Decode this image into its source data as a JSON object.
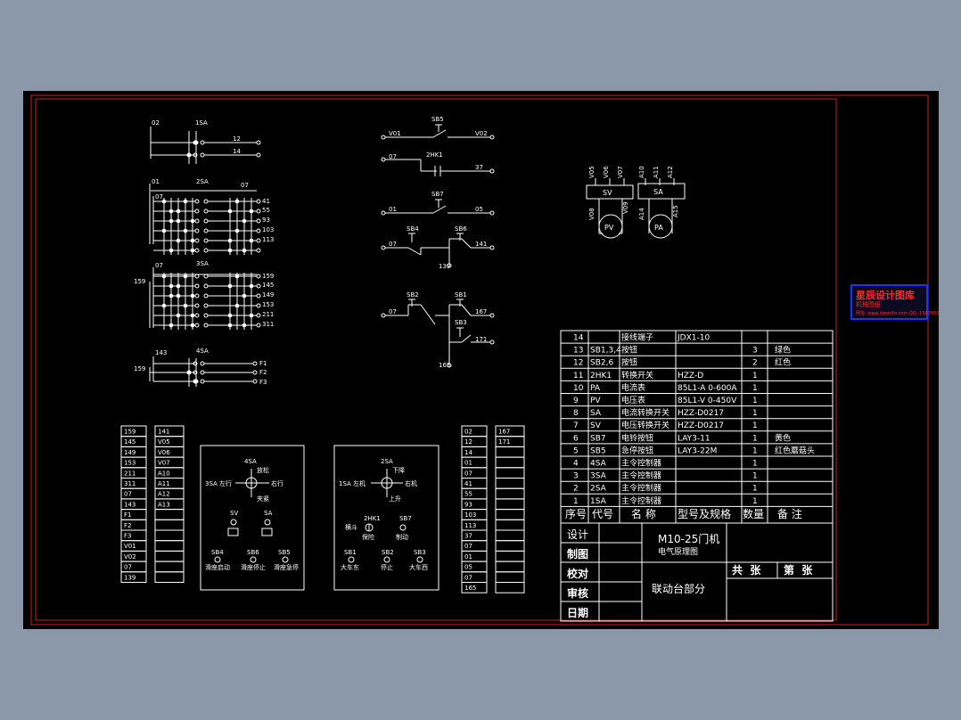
{
  "circuit": {
    "s1_nodes": [
      "02",
      "1SA",
      "12",
      "14"
    ],
    "s2_nodes": [
      "01",
      "2SA",
      "07",
      "07",
      "41",
      "55",
      "93",
      "103",
      "113"
    ],
    "s3_nodes": [
      "07",
      "3SA",
      "159",
      "159",
      "145",
      "149",
      "153",
      "211",
      "311"
    ],
    "s4_nodes": [
      "143",
      "4SA",
      "159",
      "F1",
      "F2",
      "F3"
    ],
    "c1": [
      "SB5",
      "V01",
      "V02"
    ],
    "c2": [
      "07",
      "2HK1",
      "37"
    ],
    "c3": [
      "SB7",
      "01",
      "05"
    ],
    "c4": [
      "SB4",
      "SB6",
      "07",
      "141",
      "139"
    ],
    "c5": [
      "SB2",
      "SB1",
      "07",
      "167",
      "SB3",
      "171",
      "165"
    ],
    "meters": {
      "sv_top": [
        "V05",
        "V06",
        "V07"
      ],
      "sv": "SV",
      "sv_bottom": [
        "V08",
        "V09"
      ],
      "pv": "PV",
      "sa_top": [
        "A10",
        "A11",
        "A12"
      ],
      "sa": "SA",
      "sa_bottom": [
        "A14",
        "A15"
      ],
      "pa": "PA"
    }
  },
  "terminal_strip_1": [
    "159",
    "145",
    "149",
    "153",
    "211",
    "311",
    "07",
    "143",
    "F1",
    "F2",
    "F3",
    "V01",
    "V02",
    "07",
    "139"
  ],
  "terminal_strip_2": [
    "141",
    "V05",
    "V06",
    "V07",
    "A10",
    "A11",
    "A12",
    "A13"
  ],
  "terminal_strip_3": [
    "02",
    "12",
    "14",
    "01",
    "07",
    "41",
    "55",
    "93",
    "103",
    "113",
    "37",
    "07",
    "01",
    "05",
    "07",
    "165"
  ],
  "terminal_strip_4": [
    "167",
    "171"
  ],
  "panel_left": {
    "switch": "4SA",
    "left": "3SA",
    "left_action": "左行",
    "right_action": "右行",
    "up_action": "放松",
    "down_action": "夹紧",
    "sv": "SV",
    "sa": "SA",
    "buttons": [
      "SB4",
      "SB6",
      "SB5"
    ],
    "button_labels": [
      "滑座启动",
      "滑座停止",
      "滑座急停"
    ]
  },
  "panel_right": {
    "switch": "2SA",
    "up_action": "下降",
    "left": "1SA",
    "left_action": "左机",
    "right_action": "右机",
    "down_action": "上升",
    "mid_left_label": "横斗",
    "mid_label": "2HK1",
    "mid_right_label": "SB7",
    "mid_sub1": "保险",
    "mid_sub2": "制动",
    "buttons": [
      "SB1",
      "SB2",
      "SB3"
    ],
    "button_labels": [
      "大车东",
      "停止",
      "大车西"
    ]
  },
  "bom": {
    "rows": [
      {
        "no": "14",
        "code": "",
        "name": "接线端子",
        "spec": "JDX1-10",
        "qty": "",
        "note": ""
      },
      {
        "no": "13",
        "code": "SB1,3,4",
        "name": "按钮",
        "spec": "",
        "qty": "3",
        "note": "绿色"
      },
      {
        "no": "12",
        "code": "SB2,6",
        "name": "按钮",
        "spec": "",
        "qty": "2",
        "note": "红色"
      },
      {
        "no": "11",
        "code": "2HK1",
        "name": "转换开关",
        "spec": "HZZ-D",
        "qty": "1",
        "note": ""
      },
      {
        "no": "10",
        "code": "PA",
        "name": "电流表",
        "spec": "85L1-A 0-600A",
        "qty": "1",
        "note": ""
      },
      {
        "no": "9",
        "code": "PV",
        "name": "电压表",
        "spec": "85L1-V 0-450V",
        "qty": "1",
        "note": ""
      },
      {
        "no": "8",
        "code": "SA",
        "name": "电流转换开关",
        "spec": "HZZ-D0217",
        "qty": "1",
        "note": ""
      },
      {
        "no": "7",
        "code": "SV",
        "name": "电压转换开关",
        "spec": "HZZ-D0217",
        "qty": "1",
        "note": ""
      },
      {
        "no": "6",
        "code": "SB7",
        "name": "电铃按钮",
        "spec": "LAY3-11",
        "qty": "1",
        "note": "黄色"
      },
      {
        "no": "5",
        "code": "SB5",
        "name": "急停按钮",
        "spec": "LAY3-22M",
        "qty": "1",
        "note": "红色蘑菇头"
      },
      {
        "no": "4",
        "code": "4SA",
        "name": "主令控制器",
        "spec": "",
        "qty": "1",
        "note": ""
      },
      {
        "no": "3",
        "code": "3SA",
        "name": "主令控制器",
        "spec": "",
        "qty": "1",
        "note": ""
      },
      {
        "no": "2",
        "code": "2SA",
        "name": "主令控制器",
        "spec": "",
        "qty": "1",
        "note": ""
      },
      {
        "no": "1",
        "code": "1SA",
        "name": "主令控制器",
        "spec": "",
        "qty": "1",
        "note": ""
      }
    ],
    "header": {
      "no": "序号",
      "code": "代号",
      "name": "名 称",
      "spec": "型号及规格",
      "qty": "数量",
      "note": "备 注"
    }
  },
  "title_block": {
    "labels": [
      "设计",
      "制图",
      "校对",
      "审核",
      "日期"
    ],
    "drawing_title": "M10-25门机",
    "drawing_subtitle": "电气原理图",
    "part_name": "联动台部分",
    "total_sheets": "共  张",
    "sheet_no": "第  张"
  },
  "watermark": {
    "line1": "星辰设计图库",
    "line2": "机械图纸",
    "line3": "网址: www.dwgsite.com  QQ: 1507980"
  },
  "colors": {
    "background": "#8a98aa",
    "sheet": "#000000",
    "border_red": "#cc2222",
    "line": "#ffffff",
    "watermark": "#ff2a2a",
    "watermark_frame": "#1c32ff"
  }
}
